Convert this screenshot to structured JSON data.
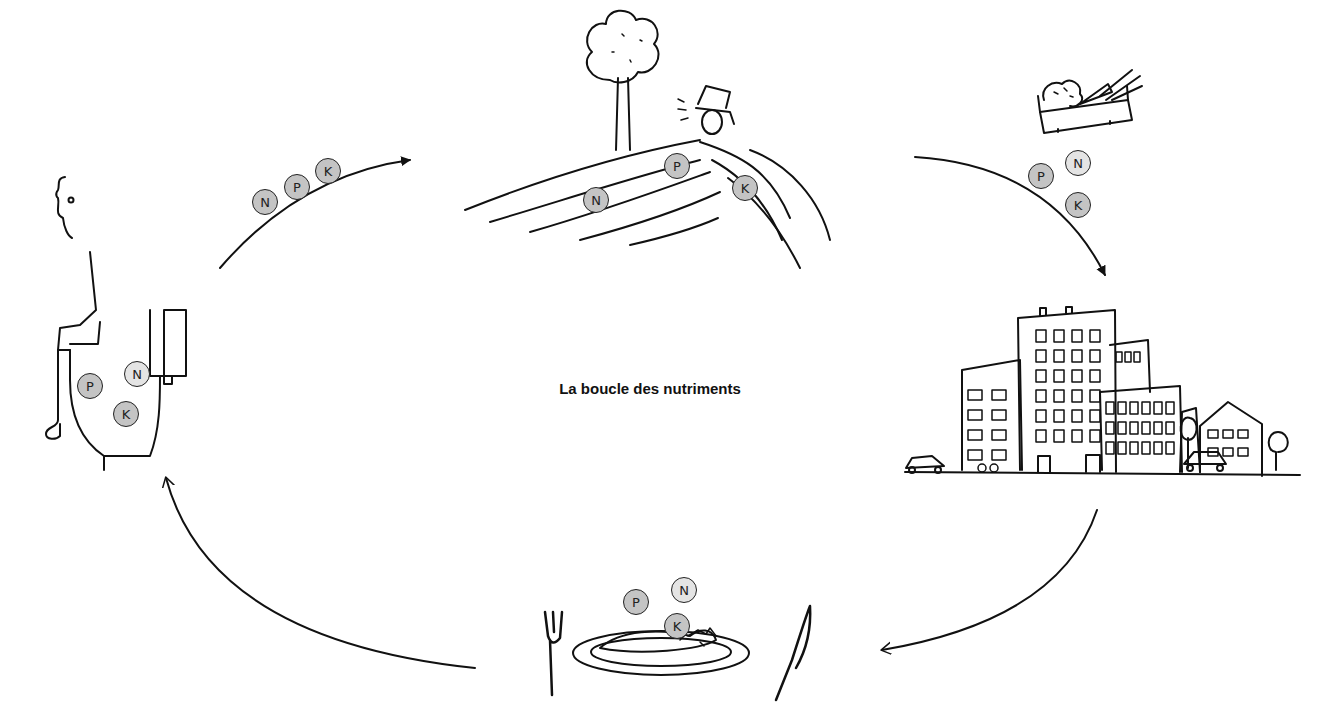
{
  "diagram": {
    "title": "La boucle des nutriments",
    "nodes": [
      {
        "text": [
          "N"
        ]
      },
      {
        "text": [
          "P"
        ]
      },
      {
        "text": [
          "K"
        ]
      },
      {
        "text": [
          "N"
        ]
      },
      {
        "text": [
          "P"
        ]
      },
      {
        "text": [
          "K"
        ]
      },
      {
        "text": [
          "P"
        ]
      },
      {
        "text": [
          "N"
        ]
      },
      {
        "text": [
          "K"
        ]
      },
      {
        "text": [
          "P"
        ]
      },
      {
        "text": [
          "N"
        ]
      },
      {
        "text": [
          "K"
        ]
      },
      {
        "text": [
          "P"
        ]
      },
      {
        "text": [
          "N"
        ]
      },
      {
        "text": [
          "K"
        ]
      }
    ]
  }
}
